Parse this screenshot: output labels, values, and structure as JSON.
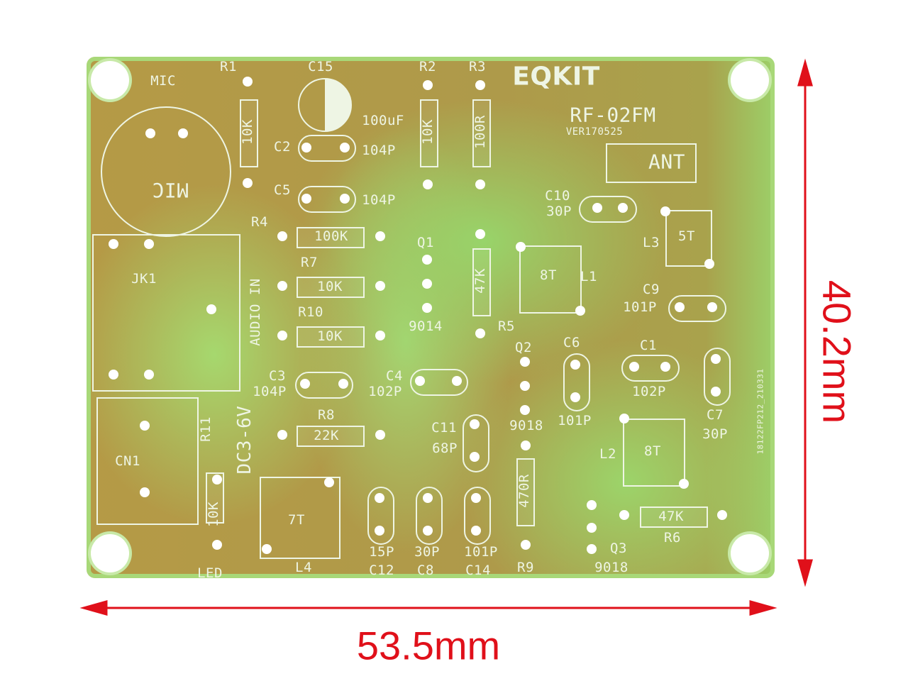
{
  "board": {
    "logo": "EQKIT",
    "model": "RF-02FM",
    "version": "VER170525",
    "ant": "ANT",
    "serial": "18122FP212_210331",
    "mic": "MIC",
    "mic_mirror": "MIC",
    "r1": "R1",
    "c15": "C15",
    "r2": "R2",
    "r3": "R3",
    "c15_value": "100uF",
    "c2": "C2",
    "c2_value": "104P",
    "c5": "C5",
    "c5_value": "104P",
    "r1_value": "10K",
    "r2_value": "10K",
    "r3_value": "100R",
    "r4": "R4",
    "r4_value": "100K",
    "r7": "R7",
    "r7_value": "10K",
    "r10": "R10",
    "r10_value": "10K",
    "q1": "Q1",
    "q1_value": "9014",
    "r5_value": "47K",
    "r5": "R5",
    "jk1": "JK1",
    "audio_in": "AUDIO IN",
    "c3": "C3",
    "c3_value": "104P",
    "c4": "C4",
    "c4_value": "102P",
    "r8": "R8",
    "r8_value": "22K",
    "c11": "C11",
    "c11_value": "68P",
    "q2": "Q2",
    "q2_value": "9018",
    "c6": "C6",
    "c6_value": "101P",
    "c1": "C1",
    "c1_value": "102P",
    "c7": "C7",
    "c7_value": "30P",
    "l2": "L2",
    "l2_value": "8T",
    "cn1": "CN1",
    "r11": "R11",
    "dc": "DC3-6V",
    "r11_value": "10K",
    "l4_value": "7T",
    "l4": "L4",
    "c12_value": "15P",
    "c12": "C12",
    "c8_value": "30P",
    "c8": "C8",
    "c14_value": "101P",
    "c14": "C14",
    "r9_value": "470R",
    "r9": "R9",
    "r6_value": "47K",
    "r6": "R6",
    "q3": "Q3",
    "q3_value": "9018",
    "led": "LED",
    "c10": "C10",
    "c10_value": "30P",
    "l3": "L3",
    "l3_value": "5T",
    "l1_value": "8T",
    "l1": "L1",
    "c9": "C9",
    "c9_value": "101P"
  },
  "dimensions": {
    "height": "40.2mm",
    "width": "53.5mm"
  },
  "colors": {
    "dimension": "#e0101a"
  }
}
